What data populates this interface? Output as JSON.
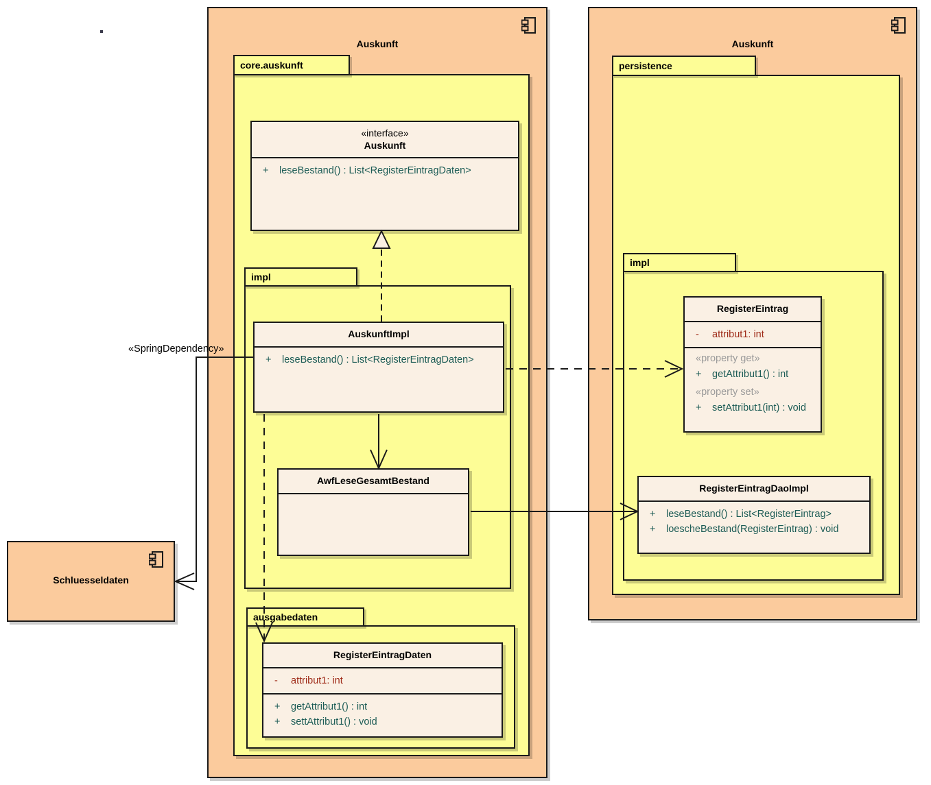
{
  "diagram": {
    "type": "uml-component-package-class-diagram",
    "background": "#ffffff",
    "colors": {
      "component_fill": "#fbcb9d",
      "package_fill": "#fdfd96",
      "class_fill": "#faf0e4",
      "border": "#1a1a1a",
      "method_text": "#1d5c56",
      "attribute_text": "#9e2a17",
      "stereotype_gray": "#9a9a9a"
    }
  },
  "components": {
    "left": {
      "name": "Auskunft",
      "icon": "component-icon"
    },
    "right": {
      "name": "Auskunft",
      "icon": "component-icon"
    },
    "schluesseldaten": {
      "name": "Schluesseldaten",
      "icon": "component-icon"
    }
  },
  "packages": {
    "core_auskunft": {
      "name": "core.auskunft"
    },
    "core_impl": {
      "name": "impl"
    },
    "ausgabedaten": {
      "name": "ausgabedaten"
    },
    "persistence": {
      "name": "persistence"
    },
    "persistence_impl": {
      "name": "impl"
    }
  },
  "classes": {
    "auskunft_interface": {
      "stereotype": "«interface»",
      "name": "Auskunft",
      "attributes": [],
      "methods": [
        {
          "visibility": "+",
          "signature": "leseBestand() : List<RegisterEintragDaten>"
        }
      ]
    },
    "auskunft_impl": {
      "stereotype": "",
      "name": "AuskunftImpl",
      "attributes": [],
      "methods": [
        {
          "visibility": "+",
          "signature": "leseBestand() : List<RegisterEintragDaten>"
        }
      ]
    },
    "awf_lese_gesamt_bestand": {
      "stereotype": "",
      "name": "AwfLeseGesamtBestand",
      "attributes": [],
      "methods": []
    },
    "register_eintrag_daten": {
      "stereotype": "",
      "name": "RegisterEintragDaten",
      "attributes": [
        {
          "visibility": "-",
          "signature": "attribut1:  int"
        }
      ],
      "methods": [
        {
          "visibility": "+",
          "signature": "getAttribut1() : int"
        },
        {
          "visibility": "+",
          "signature": "settAttribut1() : void"
        }
      ]
    },
    "register_eintrag": {
      "stereotype": "",
      "name": "RegisterEintrag",
      "attributes": [
        {
          "visibility": "-",
          "signature": "attribut1:  int"
        }
      ],
      "property_groups": [
        {
          "stereotype": "«property get»",
          "members": [
            {
              "visibility": "+",
              "signature": "getAttribut1() : int"
            }
          ]
        },
        {
          "stereotype": "«property set»",
          "members": [
            {
              "visibility": "+",
              "signature": "setAttribut1(int) : void"
            }
          ]
        }
      ]
    },
    "register_eintrag_dao_impl": {
      "stereotype": "",
      "name": "RegisterEintragDaoImpl",
      "attributes": [],
      "methods": [
        {
          "visibility": "+",
          "signature": "leseBestand() : List<RegisterEintrag>"
        },
        {
          "visibility": "+",
          "signature": "loescheBestand(RegisterEintrag) : void"
        }
      ]
    }
  },
  "edges": {
    "spring_dependency_label": "«SpringDependency»",
    "list": [
      {
        "from": "AuskunftImpl",
        "to": "Auskunft",
        "kind": "realization"
      },
      {
        "from": "AuskunftImpl",
        "to": "AwfLeseGesamtBestand",
        "kind": "association"
      },
      {
        "from": "AuskunftImpl",
        "to": "RegisterEintrag",
        "kind": "dependency"
      },
      {
        "from": "AuskunftImpl",
        "to": "RegisterEintragDaten",
        "kind": "dependency"
      },
      {
        "from": "AwfLeseGesamtBestand",
        "to": "RegisterEintragDaoImpl",
        "kind": "association"
      },
      {
        "from": "Auskunft",
        "to": "Schluesseldaten",
        "kind": "dependency",
        "label": "«SpringDependency»"
      }
    ]
  }
}
